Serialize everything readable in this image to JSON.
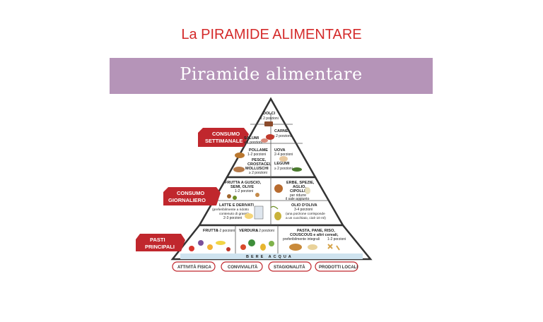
{
  "slide": {
    "title": "La PIRAMIDE ALIMENTARE",
    "banner_title": "Piramide alimentare"
  },
  "pyramid": {
    "side_labels": {
      "weekly": [
        "CONSUMO",
        "SETTIMANALE"
      ],
      "daily": [
        "CONSUMO",
        "GIORNALIERO"
      ],
      "main_meals": [
        "PASTI",
        "PRINCIPALI"
      ]
    },
    "top": {
      "dolci": {
        "name": "DOLCI",
        "portion": "≤ 2 porzioni"
      },
      "salumi": {
        "name": "SALUMI",
        "portion": "≤ 1 porzioni"
      },
      "carne": {
        "name": "CARNE",
        "portion": "≤ 2 porzioni"
      },
      "pollame": {
        "name": "POLLAME",
        "portion": "1-2 porzioni"
      },
      "uova": {
        "name": "UOVA",
        "portion": "2-4 porzioni"
      },
      "pesce": {
        "name": [
          "PESCE,",
          "CROSTACEI,",
          "MOLLUSCHI"
        ],
        "portion": "≥ 2 porzioni"
      },
      "legumi": {
        "name": "LEGUMI",
        "portion": "≥ 2 porzioni"
      }
    },
    "middle": {
      "frutta_guscio": {
        "name": [
          "FRUTTA A GUSCIO,",
          "SEMI, OLIVE"
        ],
        "portion": "1-2 porzioni"
      },
      "erbe": {
        "name": [
          "ERBE, SPEZIE,",
          "AGLIO,",
          "CIPOLLE"
        ],
        "portion": [
          "per ridurre",
          "il sale aggiunto"
        ]
      },
      "latte": {
        "name": "LATTE E DERIVATI",
        "detail": [
          "(preferibilmente a ridotto",
          "contenuto di grassi)"
        ],
        "portion": "2-3 porzioni"
      },
      "olio": {
        "name": "OLIO D'OLIVA",
        "portion": [
          "3-4 porzioni",
          "(una porzione corrisponde",
          "a un cucchiaio, cioè 10 ml)"
        ]
      }
    },
    "bottom": {
      "frutta": {
        "name": "FRUTTA",
        "portion": "1-2 porzioni"
      },
      "verdura": {
        "name": "VERDURA",
        "portion": "≥ 2 porzioni"
      },
      "pasta": {
        "name": [
          "PASTA, PANE, RISO,",
          "COUSCOUS e altri cereali,",
          "preferibilmente integrali"
        ],
        "portion": "1-2 porzioni"
      }
    },
    "water": "BERE ACQUA",
    "pills": [
      "ATTIVITÀ FISICA",
      "CONVIVIALITÀ",
      "STAGIONALITÀ",
      "PRODOTTI LOCALI"
    ]
  },
  "colors": {
    "title_red": "#d42a2a",
    "banner": "#b594b8",
    "label_red": "#c0272d"
  }
}
